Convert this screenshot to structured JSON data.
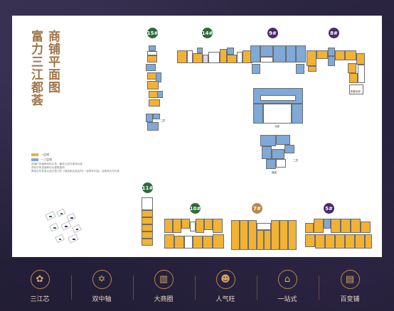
{
  "title": {
    "col_right": "商铺平面图",
    "col_left": "富力三江都荟"
  },
  "legend": {
    "items": [
      {
        "label": "一层铺",
        "color": "#f2b233"
      },
      {
        "label": "一二层铺",
        "color": "#7fa9d6"
      }
    ]
  },
  "note": {
    "lines": [
      "商铺户内格局仅供示意，最终以交付现场为准",
      "资料中所述面积均为建筑面积",
      "具体交付标准以双方签订的《商品房买卖合同》（含附件内容）及现场交付为准"
    ]
  },
  "buildings": {
    "b15": "15#",
    "b14": "14#",
    "b9": "9#",
    "b8": "8#",
    "b11": "11#",
    "b10": "10#",
    "b7": "7#",
    "b5": "5#"
  },
  "plan_labels": {
    "second_floor_a": "二层",
    "second_floor_b": "二层",
    "floor_b": "二层",
    "north": "北面",
    "south": "南面",
    "kiosk": "配套用房"
  },
  "features": [
    {
      "label": "三江芯",
      "icon": "flower-icon",
      "glyph": "✿"
    },
    {
      "label": "双中轴",
      "icon": "star-icon",
      "glyph": "✡"
    },
    {
      "label": "大商圈",
      "icon": "buildings-icon",
      "glyph": "▥"
    },
    {
      "label": "人气旺",
      "icon": "people-icon",
      "glyph": "☻"
    },
    {
      "label": "一站式",
      "icon": "house-icon",
      "glyph": "⌂"
    },
    {
      "label": "百变铺",
      "icon": "shop-icon",
      "glyph": "▤"
    }
  ],
  "colors": {
    "background": "#2a2440",
    "gold": "#a0764a",
    "shop_single": "#f2b233",
    "shop_double": "#7fa9d6"
  }
}
